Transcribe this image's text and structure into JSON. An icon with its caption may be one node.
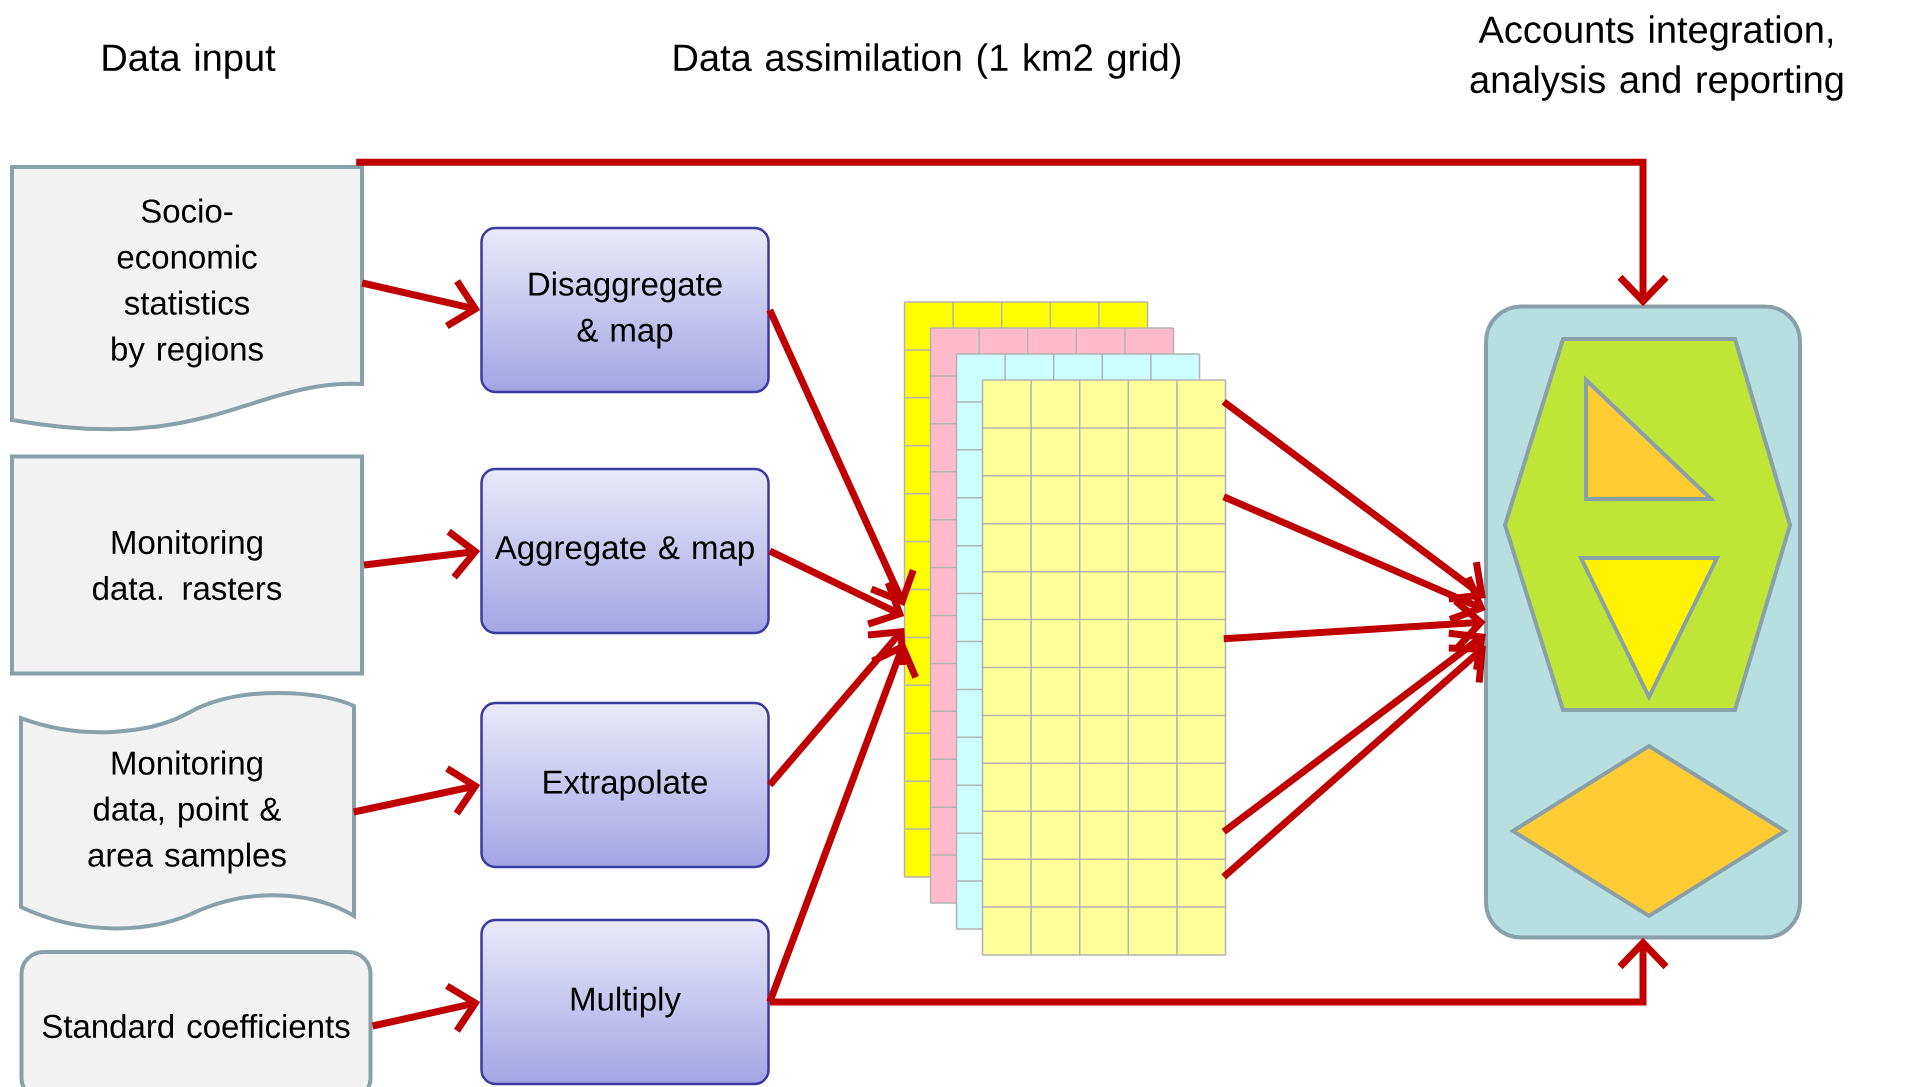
{
  "diagram": {
    "nodes": [
      {
        "text": [
          "Socio-economic statistics by regions"
        ]
      },
      {
        "text": [
          "Monitoring data. rasters"
        ]
      },
      {
        "text": [
          "Monitoring data, point & area samples"
        ]
      },
      {
        "text": [
          "Standard coefficients"
        ]
      },
      {
        "text": [
          "Disaggregate & map"
        ]
      },
      {
        "text": [
          "Aggregate & map"
        ]
      },
      {
        "text": [
          "Extrapolate"
        ]
      },
      {
        "text": [
          "Multiply"
        ]
      },
      {
        "text": [],
        "shape": "picture"
      },
      {
        "text": [],
        "shape": "box"
      }
    ],
    "edges": [
      {
        "from": 0,
        "to": 9,
        "arrow": "to"
      },
      {
        "from": 0,
        "to": 4,
        "arrow": "to"
      },
      {
        "from": 1,
        "to": 5,
        "arrow": "to"
      },
      {
        "from": 2,
        "to": 6,
        "arrow": "to"
      },
      {
        "from": 3,
        "to": 7,
        "arrow": "to"
      },
      {
        "from": 4,
        "to": 8,
        "arrow": "to"
      },
      {
        "from": 5,
        "to": 8,
        "arrow": "to"
      },
      {
        "from": 6,
        "to": 8,
        "arrow": "to"
      },
      {
        "from": 7,
        "to": 8,
        "arrow": "to"
      },
      {
        "from": 8,
        "to": 9,
        "arrow": "to"
      },
      {
        "from": 8,
        "to": 9,
        "arrow": "to"
      },
      {
        "from": 8,
        "to": 9,
        "arrow": "to"
      },
      {
        "from": 8,
        "to": 9,
        "arrow": "to"
      },
      {
        "from": 8,
        "to": 9,
        "arrow": "to"
      },
      {
        "from": 7,
        "to": 9,
        "arrow": "to"
      }
    ],
    "labels": [
      "Data input",
      "Data assimilation (1 km2 grid)",
      "Accounts integration, analysis and reporting"
    ]
  }
}
